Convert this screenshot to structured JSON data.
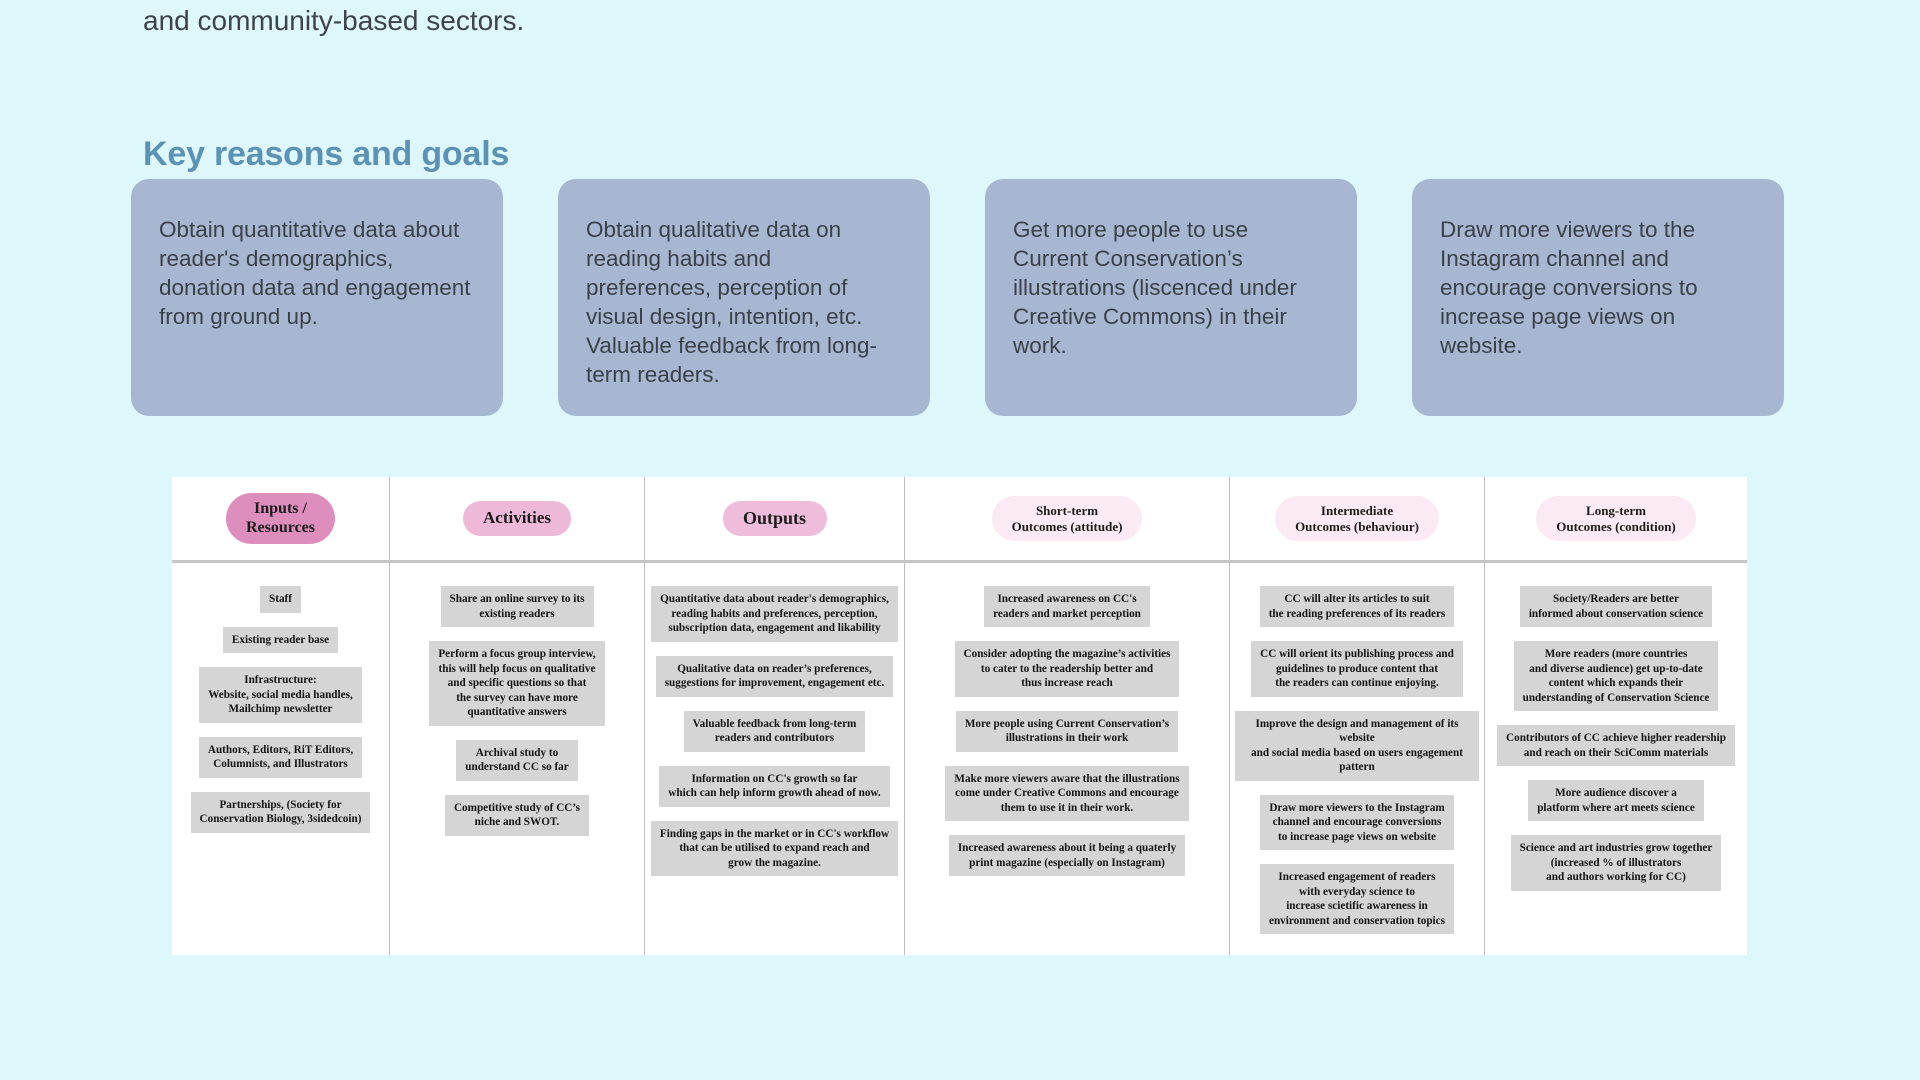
{
  "intro": {
    "tail_text": "and community-based sectors."
  },
  "section": {
    "heading": "Key reasons and goals",
    "heading_color": "#5b92b5"
  },
  "goal_cards": {
    "card_color": "#a7b7d2",
    "items": [
      {
        "text": "Obtain quantitative data about reader's demographics, donation data and engagement from ground up."
      },
      {
        "text": "Obtain qualitative data on reading habits and preferences, perception of visual design, intention, etc. Valuable feedback from long-term readers."
      },
      {
        "text": "Get more people to use Current Conservation’s illustrations (liscenced under Creative Commons) in their work."
      },
      {
        "text": "Draw more viewers to the Instagram channel and encourage conversions to increase page views on website."
      }
    ]
  },
  "logic_model": {
    "panel_color": "#ffffff",
    "note_color": "#d5d5d5",
    "columns": [
      {
        "header": "Inputs /\nResources",
        "chip_color": "#dd8ebd",
        "notes": [
          "Staff",
          "Existing reader base",
          "Infrastructure:\nWebsite, social media handles,\nMailchimp newsletter",
          "Authors, Editors, RiT Editors,\nColumnists, and Illustrators",
          "Partnerships, (Society for\nConservation Biology, 3sidedcoin)"
        ]
      },
      {
        "header": "Activities",
        "chip_color": "#eeb8d8",
        "notes": [
          "Share an online survey to its\nexisting readers",
          "Perform a focus group interview,\nthis will help focus on qualitative\nand specific questions so that\nthe survey can have more\nquantitative answers",
          "Archival study to\nunderstand CC so far",
          "Competitive study of CC’s\nniche and SWOT."
        ]
      },
      {
        "header": "Outputs",
        "chip_color": "#f0bcdb",
        "notes": [
          "Quantitative data about reader's demographics,\nreading habits and preferences, perception,\nsubscription data, engagement and likability",
          "Qualitative data on reader’s preferences,\nsuggestions for improvement, engagement etc.",
          "Valuable feedback from long-term\nreaders and contributors",
          "Information on CC's growth so far\nwhich can help inform growth ahead of now.",
          "Finding gaps in the market or in CC's workflow\nthat can be utilised to expand reach and\ngrow the magazine."
        ]
      },
      {
        "header": "Short-term\nOutcomes (attitude)",
        "chip_color": "#fbeaf3",
        "notes": [
          "Increased awareness on CC's\nreaders and market perception",
          "Consider adopting the magazine’s activities\nto cater to the readership better and\nthus increase reach",
          "More people using Current Conservation’s\nillustrations in their work",
          "Make more viewers aware that the illustrations\ncome under Creative Commons and encourage\nthem to use it in their work.",
          "Increased awareness about it being a quaterly\nprint magazine (especially on Instagram)"
        ]
      },
      {
        "header": "Intermediate\nOutcomes (behaviour)",
        "chip_color": "#fbeaf3",
        "notes": [
          "CC will alter its articles to suit\nthe reading preferences of its readers",
          "CC will orient its publishing process and\nguidelines to produce content that\nthe readers can continue enjoying.",
          "Improve the design and management of its website\nand social media based on users engagement pattern",
          "Draw more viewers to the Instagram\nchannel and encourage conversions\nto increase page views on website",
          "Increased engagement of readers\nwith everyday science to\nincrease scietific awareness in\nenvironment and conservation topics"
        ]
      },
      {
        "header": "Long-term\nOutcomes (condition)",
        "chip_color": "#fbeaf3",
        "notes": [
          "Society/Readers are better\ninformed about conservation science",
          "More readers (more countries\nand diverse audience) get up-to-date\ncontent which expands their\nunderstanding of Conservation Science",
          "Contributors of CC achieve higher readership\nand reach on their SciComm materials",
          "More audience discover a\nplatform where art meets science",
          "Science and art industries grow together\n(increased % of illustrators\nand authors working for CC)"
        ]
      }
    ]
  },
  "theme": {
    "background": "#ddf7fa",
    "body_text": "#3b4149"
  }
}
